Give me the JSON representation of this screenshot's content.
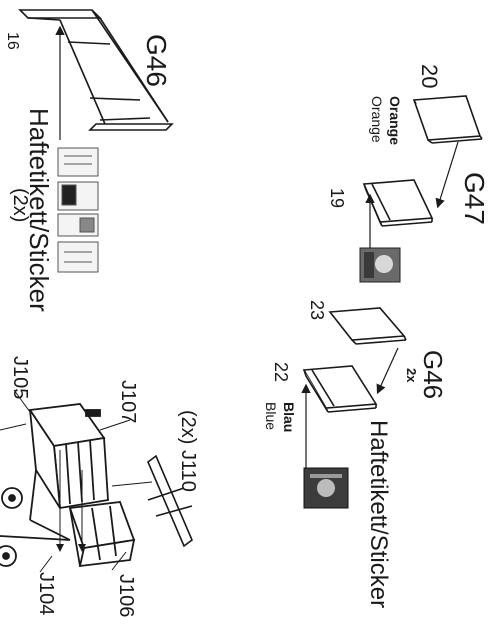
{
  "page": {
    "background": "#ffffff",
    "ink": "#1a1a1a"
  },
  "labels": {
    "g46_top": "G46",
    "part_16": "16",
    "haftetikett_sticker_left": "Haftetikett/Sticker",
    "count_2x_left": "(2x)",
    "part_20": "20",
    "orange_de": "Orange",
    "orange_en": "Orange",
    "g47": "G47",
    "part_19": "19",
    "part_23": "23",
    "g46_right": "G46",
    "count_2x_right": "2x",
    "part_22": "22",
    "blau": "Blau",
    "blue": "Blue",
    "haftetikett_sticker_right": "Haftetikett/Sticker",
    "j105": "J105",
    "j107": "J107",
    "j110": "(2x) J110",
    "j104": "J104",
    "j106": "J106"
  },
  "icons": {
    "long_board": "long-board-icon",
    "sticker_sheet": "sticker-sheet-icon",
    "box_panel": "box-panel-icon",
    "cart": "cart-assembly-icon"
  }
}
